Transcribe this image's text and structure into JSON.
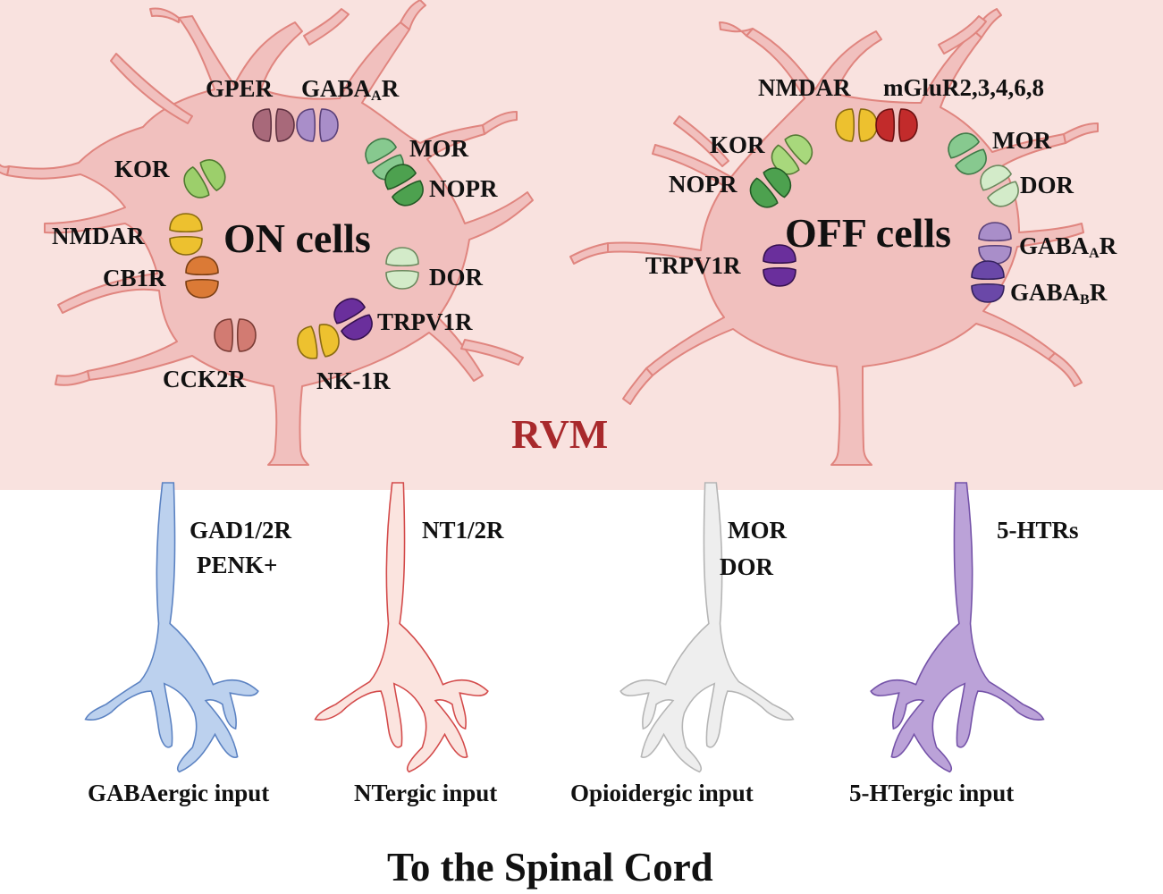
{
  "region_label": "RVM",
  "footer_title": "To the Spinal Cord",
  "colors": {
    "background_region": "#f9e2df",
    "neuron_fill": "#f1c0be",
    "neuron_stroke": "#e0857f",
    "rvm_text": "#a8292c",
    "gabaergic": "#bcd1ee",
    "ntergic": "#fbe4df",
    "opioidergic": "#eeeeee",
    "htergic": "#bba2d8"
  },
  "on_cell": {
    "title": "ON cells",
    "receptors": {
      "gper": "GPER",
      "gabaa_base": "GABA",
      "gabaa_sub": "A",
      "gabaa_tail": "R",
      "kor": "KOR",
      "mor": "MOR",
      "nopr": "NOPR",
      "nmdar": "NMDAR",
      "cb1r": "CB1R",
      "dor": "DOR",
      "trpv1r": "TRPV1R",
      "cck2r": "CCK2R",
      "nk1r": "NK-1R"
    }
  },
  "off_cell": {
    "title": "OFF cells",
    "receptors": {
      "nmdar": "NMDAR",
      "mglur": "mGluR2,3,4,6,8",
      "kor": "KOR",
      "nopr": "NOPR",
      "mor": "MOR",
      "dor": "DOR",
      "trpv1r": "TRPV1R",
      "gabaa_base": "GABA",
      "gabaa_sub": "A",
      "gabaa_tail": "R",
      "gabab_base": "GABA",
      "gabab_sub": "B",
      "gabab_tail": "R"
    }
  },
  "inputs": [
    {
      "receptor_lines": [
        "GAD1/2R",
        "PENK+"
      ],
      "caption": "GABAergic input"
    },
    {
      "receptor_lines": [
        "NT1/2R"
      ],
      "caption": "NTergic input"
    },
    {
      "receptor_lines": [
        "MOR",
        "DOR"
      ],
      "caption": "Opioidergic input"
    },
    {
      "receptor_lines": [
        "5-HTRs"
      ],
      "caption": "5-HTergic input"
    }
  ]
}
